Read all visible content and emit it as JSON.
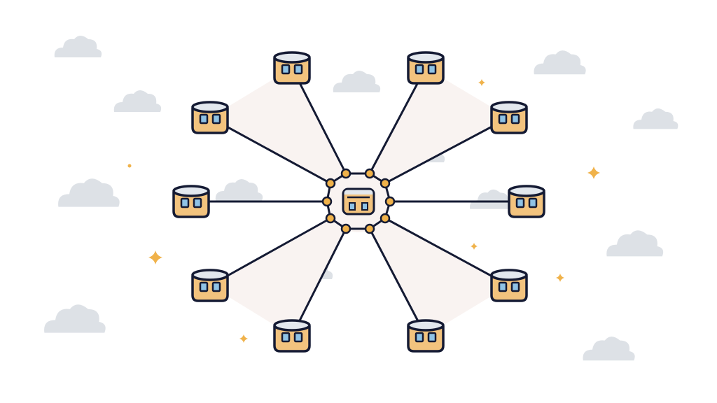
{
  "illustration": {
    "subject": "ferris-wheel",
    "cabin_count": 10,
    "hub_node_count": 10
  },
  "colors": {
    "background": "#ffffff",
    "outline": "#141a33",
    "cabin_body": "#f2c37e",
    "cabin_roof": "#e3e8ee",
    "window": "#8fc3e6",
    "node": "#f0b24a",
    "shade": "#f9f3f1",
    "cloud": "#dde1e6",
    "sparkle": "#f0b24a"
  }
}
